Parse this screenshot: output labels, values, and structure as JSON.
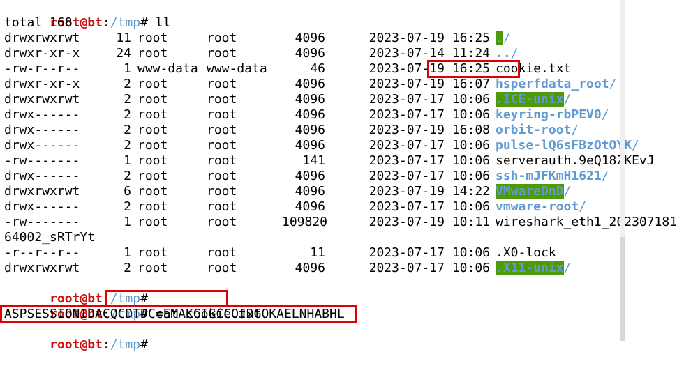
{
  "prompt": {
    "user": "root@bt",
    "sep": ":",
    "path": "/tmp",
    "symbol": "#"
  },
  "commands": {
    "ll": " ll",
    "empty": "",
    "cat": " cat cookie.txt"
  },
  "total": "total 168",
  "listing": [
    {
      "perm": "drwxrwxrwt",
      "links": "11",
      "owner": "root",
      "group": "root",
      "size": "4096",
      "date": "2023-07-19 16:25",
      "name": ".",
      "style": "dir-hl",
      "slash": "/"
    },
    {
      "perm": "drwxr-xr-x",
      "links": "24",
      "owner": "root",
      "group": "root",
      "size": "4096",
      "date": "2023-07-14 11:24",
      "name": "..",
      "style": "dirname",
      "slash": "/"
    },
    {
      "perm": "-rw-r--r--",
      "links": "1",
      "owner": "www-data",
      "group": "www-data",
      "size": "46",
      "date": "2023-07-19 16:25",
      "name": "cookie.txt",
      "style": "plain",
      "slash": ""
    },
    {
      "perm": "drwxr-xr-x",
      "links": "2",
      "owner": "root",
      "group": "root",
      "size": "4096",
      "date": "2023-07-19 16:07",
      "name": "hsperfdata_root",
      "style": "dirname",
      "slash": "/"
    },
    {
      "perm": "drwxrwxrwt",
      "links": "2",
      "owner": "root",
      "group": "root",
      "size": "4096",
      "date": "2023-07-17 10:06",
      "name": ".ICE-unix",
      "style": "dir-hl",
      "slash": "/"
    },
    {
      "perm": "drwx------",
      "links": "2",
      "owner": "root",
      "group": "root",
      "size": "4096",
      "date": "2023-07-17 10:06",
      "name": "keyring-rbPEV0",
      "style": "dirname",
      "slash": "/"
    },
    {
      "perm": "drwx------",
      "links": "2",
      "owner": "root",
      "group": "root",
      "size": "4096",
      "date": "2023-07-19 16:08",
      "name": "orbit-root",
      "style": "dirname",
      "slash": "/"
    },
    {
      "perm": "drwx------",
      "links": "2",
      "owner": "root",
      "group": "root",
      "size": "4096",
      "date": "2023-07-17 10:06",
      "name": "pulse-lQ6sFBzOtOYK",
      "style": "dirname",
      "slash": "/"
    },
    {
      "perm": "-rw-------",
      "links": "1",
      "owner": "root",
      "group": "root",
      "size": "141",
      "date": "2023-07-17 10:06",
      "name": "serverauth.9eQ18ZKEvJ",
      "style": "plain",
      "slash": ""
    },
    {
      "perm": "drwx------",
      "links": "2",
      "owner": "root",
      "group": "root",
      "size": "4096",
      "date": "2023-07-17 10:06",
      "name": "ssh-mJFKmH1621",
      "style": "dirname",
      "slash": "/"
    },
    {
      "perm": "drwxrwxrwt",
      "links": "6",
      "owner": "root",
      "group": "root",
      "size": "4096",
      "date": "2023-07-19 14:22",
      "name": "VMwareDnD",
      "style": "dir-hl",
      "slash": "/"
    },
    {
      "perm": "drwx------",
      "links": "2",
      "owner": "root",
      "group": "root",
      "size": "4096",
      "date": "2023-07-17 10:06",
      "name": "vmware-root",
      "style": "dirname",
      "slash": "/"
    },
    {
      "perm": "-rw-------",
      "links": "1",
      "owner": "root",
      "group": "root",
      "size": "109820",
      "date": "2023-07-19 10:11",
      "name": "wireshark_eth1_202307181",
      "style": "plain",
      "slash": ""
    }
  ],
  "wrap_line": "64002_sRTrYt",
  "listing_tail": [
    {
      "perm": "-r--r--r--",
      "links": "1",
      "owner": "root",
      "group": "root",
      "size": "11",
      "date": "2023-07-17 10:06",
      "name": ".X0-lock",
      "style": "plain",
      "slash": ""
    },
    {
      "perm": "drwxrwxrwt",
      "links": "2",
      "owner": "root",
      "group": "root",
      "size": "4096",
      "date": "2023-07-17 10:06",
      "name": ".X11-unix",
      "style": "dir-hl",
      "slash": "/"
    }
  ],
  "cookie_output": "ASPSESSIONIDACQCDTDC=EMAKGIGCCOJDGOKAELNHABHL",
  "colors": {
    "prompt_user": "#cc1111",
    "directory": "#5f9bd2",
    "highlight_bg": "#4e9a06",
    "annotation": "#e00000"
  }
}
